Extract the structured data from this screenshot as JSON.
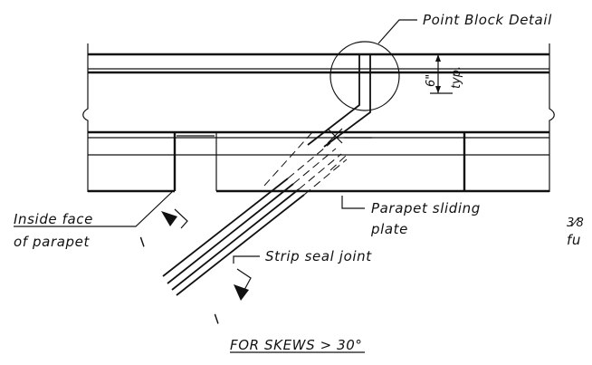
{
  "labels": {
    "point_block": "Point Block Detail",
    "dimension": "6\"",
    "dimension_note": "typ.",
    "parapet_sliding_line1": "Parapet sliding",
    "parapet_sliding_line2": "plate",
    "inside_face_line1": "Inside face",
    "inside_face_line2": "of parapet",
    "strip_seal": "Strip seal joint",
    "section_mark_1": "I",
    "section_mark_2": "I",
    "edge_text_1": "3⁄8",
    "edge_text_2": "fu",
    "title": "FOR SKEWS > 30°"
  }
}
